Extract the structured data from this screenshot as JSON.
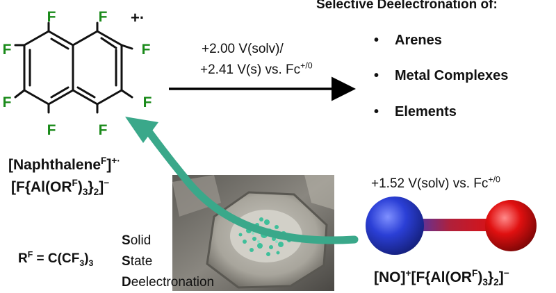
{
  "header": {
    "title": "Selective Deelectronation of:"
  },
  "targets": [
    {
      "bullet": "•",
      "label": "Arenes"
    },
    {
      "bullet": "•",
      "label": "Metal Complexes"
    },
    {
      "bullet": "•",
      "label": "Elements"
    }
  ],
  "reaction_conditions": {
    "line1": "+2.00 V(solv)/",
    "line2_main": "+2.41 V(s) vs. Fc",
    "line2_sup": "+/0"
  },
  "molecule": {
    "atom_label": "F",
    "radical_cation": "+·",
    "name_line1_main": "[Naphthalene",
    "name_line1_sup1": "F",
    "name_line1_close": "]",
    "name_line1_sup2": "+·",
    "name_line2_a": "[F{Al(OR",
    "name_line2_sup": "F",
    "name_line2_b": ")",
    "name_line2_sub1": "3",
    "name_line2_c": "}",
    "name_line2_sub2": "2",
    "name_line2_d": "]",
    "name_line2_sup2": "−"
  },
  "rf_definition": {
    "r": "R",
    "sup": "F",
    "eq": " = C(CF",
    "sub": "3",
    "close": ")",
    "sub2": "3"
  },
  "solid_state": [
    {
      "initial": "S",
      "rest": "olid"
    },
    {
      "initial": "S",
      "rest": "tate"
    },
    {
      "initial": "D",
      "rest": "eelectronation"
    }
  ],
  "nitrosonium": {
    "potential_main": "+1.52 V(solv) vs. Fc",
    "potential_sup": "+/0",
    "f_a": "[NO]",
    "f_sup1": "+",
    "f_b": "[F{Al(OR",
    "f_sup2": "F",
    "f_c": ")",
    "f_sub1": "3",
    "f_d": "}",
    "f_sub2": "2",
    "f_e": "]",
    "f_sup3": "−"
  },
  "colors": {
    "fluorine": "#1a8a1a",
    "bond": "#111111",
    "arrow_main": "#000000",
    "arrow_curved": "#3aa88a",
    "nitrogen": "#2b3fd6",
    "oxygen": "#e01010"
  },
  "icons": {
    "photo": "mortar-with-teal-powder-photo",
    "molecule_model": "no-ball-and-stick-model"
  }
}
